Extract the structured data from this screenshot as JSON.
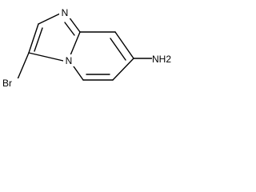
{
  "molecule": {
    "atoms": {
      "n1": "N",
      "n4": "N",
      "br": "Br",
      "nh2": "NH2"
    }
  }
}
